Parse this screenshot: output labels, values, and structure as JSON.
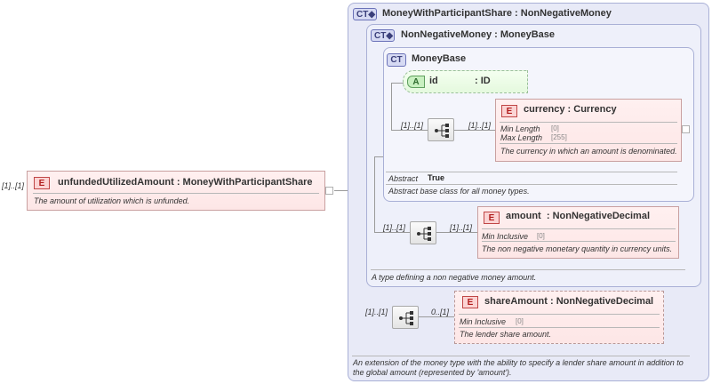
{
  "root": {
    "cardinality": "[1]..[1]",
    "badge": "E",
    "name": "unfundedUtilizedAmount",
    "type": ": MoneyWithParticipantShare",
    "doc": "The amount of utilization which is unfunded."
  },
  "ct_outer": {
    "badge": "CT",
    "name": "MoneyWithParticipantShare",
    "base": ": NonNegativeMoney",
    "doc_line1": "An extension of the money type with the ability to specify a lender share amount in addition to",
    "doc_line2": "the global amount (represented by 'amount')."
  },
  "ct_middle": {
    "badge": "CT",
    "name": "NonNegativeMoney",
    "base": ": MoneyBase",
    "doc": "A type defining a non negative money amount."
  },
  "ct_inner": {
    "badge": "CT",
    "name": "MoneyBase",
    "abstract_label": "Abstract",
    "abstract_value": "True",
    "doc": "Abstract base class for all money types."
  },
  "attribute_id": {
    "badge": "A",
    "name": "id",
    "type": ": ID"
  },
  "currency": {
    "seq_cardinality": "[1]..[1]",
    "cardinality": "[1]..[1]",
    "badge": "E",
    "name": "currency",
    "type": ": Currency",
    "facet1_label": "Min Length",
    "facet1_value": "[0]",
    "facet2_label": "Max Length",
    "facet2_value": "[255]",
    "doc": "The currency in which an amount is denominated."
  },
  "amount": {
    "seq_cardinality": "[1]..[1]",
    "cardinality": "[1]..[1]",
    "badge": "E",
    "name": "amount",
    "type": ": NonNegativeDecimal",
    "facet_label": "Min Inclusive",
    "facet_value": "[0]",
    "doc": "The non negative monetary quantity in currency units."
  },
  "shareAmount": {
    "seq_cardinality": "[1]..[1]",
    "cardinality": "0..[1]",
    "badge": "E",
    "name": "shareAmount",
    "type": ": NonNegativeDecimal",
    "facet_label": "Min Inclusive",
    "facet_value": "[0]",
    "doc": "The lender share amount."
  }
}
